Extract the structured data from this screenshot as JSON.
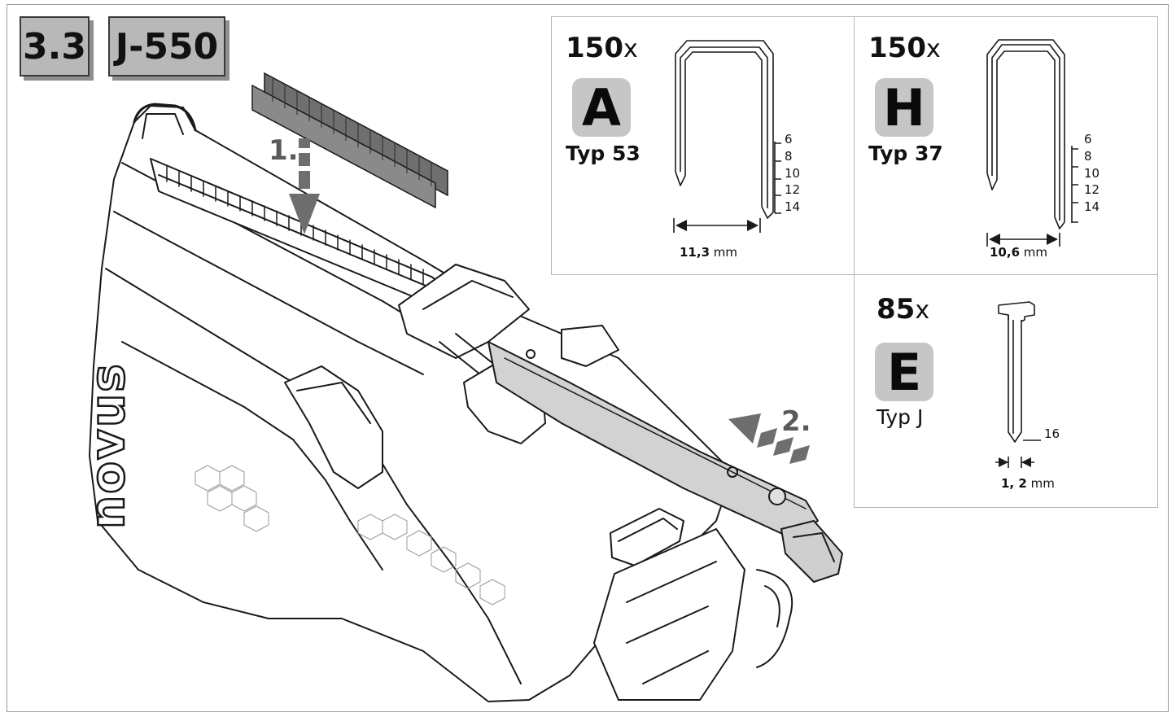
{
  "header": {
    "section": "3.3",
    "model": "J-550"
  },
  "tool": {
    "brand": "novus"
  },
  "steps": {
    "step1": "1.",
    "step2": "2."
  },
  "staples": [
    {
      "quantity": "150",
      "quantity_suffix": "x",
      "letter": "A",
      "type": "Typ 53",
      "ticks": [
        "6",
        "8",
        "10",
        "12",
        "14"
      ],
      "width_value": "11,3",
      "width_unit": "mm"
    },
    {
      "quantity": "150",
      "quantity_suffix": "x",
      "letter": "H",
      "type": "Typ 37",
      "ticks": [
        "6",
        "8",
        "10",
        "12",
        "14"
      ],
      "width_value": "10,6",
      "width_unit": "mm"
    },
    {
      "quantity": "85",
      "quantity_suffix": "x",
      "letter": "E",
      "type": "Typ J",
      "ticks": [
        "16"
      ],
      "width_value": "1, 2",
      "width_unit": "mm"
    }
  ],
  "colors": {
    "badge_fill": "#b8b8b8",
    "letter_fill": "#c6c6c6",
    "line": "#1a1a1a",
    "arrow": "#6e6e6e"
  }
}
